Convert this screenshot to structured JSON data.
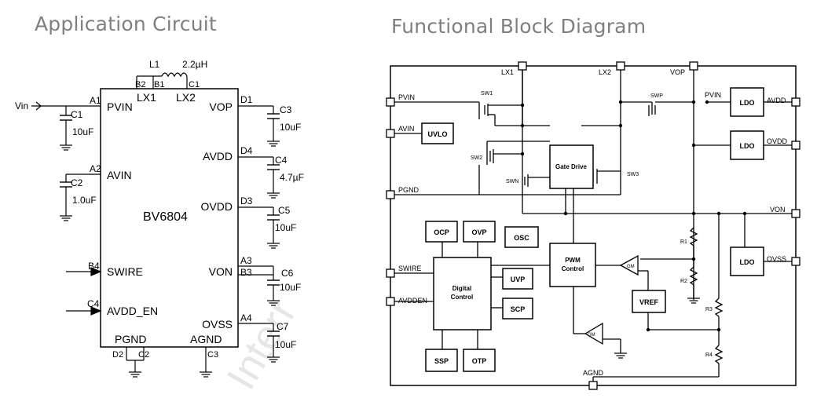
{
  "headings": {
    "left": "Application Circuit",
    "right": "Functional Block Diagram"
  },
  "app_circuit": {
    "chip_name": "BV6804",
    "input_label": "Vin",
    "inductor": {
      "ref": "L1",
      "value": "2.2µH"
    },
    "left_pins": [
      {
        "pin": "A1",
        "name": "PVIN"
      },
      {
        "pin": "A2",
        "name": "AVIN"
      },
      {
        "pin": "B4",
        "name": "SWIRE"
      },
      {
        "pin": "C4",
        "name": "AVDD_EN"
      }
    ],
    "right_pins": [
      {
        "pin": "D1",
        "name": "VOP"
      },
      {
        "pin": "D4",
        "name": "AVDD"
      },
      {
        "pin": "D3",
        "name": "OVDD"
      },
      {
        "pin": "A3",
        "name": "VON"
      },
      {
        "pin": "B3",
        "name": ""
      },
      {
        "pin": "A4",
        "name": "OVSS"
      }
    ],
    "top_pins": [
      {
        "pin": "B2",
        "name": "LX1"
      },
      {
        "pin": "B1",
        "name": ""
      },
      {
        "pin": "C1",
        "name": "LX2"
      }
    ],
    "bottom_pins": [
      {
        "pin": "D2",
        "name": "PGND"
      },
      {
        "pin": "C2",
        "name": ""
      },
      {
        "pin": "C3",
        "name": "AGND"
      }
    ],
    "capacitors": [
      {
        "ref": "C1",
        "value": "10uF"
      },
      {
        "ref": "C2",
        "value": "1.0uF"
      },
      {
        "ref": "C3",
        "value": "10uF"
      },
      {
        "ref": "C4",
        "value": "4.7µF"
      },
      {
        "ref": "C5",
        "value": "10uF"
      },
      {
        "ref": "C6",
        "value": "10uF"
      },
      {
        "ref": "C7",
        "value": "10uF"
      }
    ]
  },
  "block_diagram": {
    "pins": {
      "lx1": "LX1",
      "lx2": "LX2",
      "vop": "VOP",
      "pvin": "PVIN",
      "avin": "AVIN",
      "pgnd": "PGND",
      "swire": "SWIRE",
      "avdden": "AVDDEN",
      "avdd": "AVDD",
      "ovdd": "OVDD",
      "von": "VON",
      "ovss": "OVSS",
      "agnd": "AGND"
    },
    "internal_pvin": "PVIN",
    "switches": {
      "sw1": "SW1",
      "swp": "SWP",
      "sw2": "SW2",
      "swn": "SWN",
      "sw3": "SW3"
    },
    "blocks": {
      "uvlo": "UVLO",
      "gate_drive": "Gate Drive",
      "ldo1": "LDO",
      "ldo2": "LDO",
      "ldo3": "LDO",
      "ocp": "OCP",
      "ovp": "OVP",
      "osc": "OSC",
      "digital_control_1": "Digital",
      "digital_control_2": "Control",
      "uvp": "UVP",
      "scp": "SCP",
      "ssp": "SSP",
      "otp": "OTP",
      "pwm_control_1": "PWM",
      "pwm_control_2": "Control",
      "vref": "VREF"
    },
    "amps": {
      "gm1": "GM",
      "gm2": "GM"
    },
    "resistors": {
      "r1": "R1",
      "r2": "R2",
      "r3": "R3",
      "r4": "R4"
    }
  },
  "watermark": "Interr"
}
